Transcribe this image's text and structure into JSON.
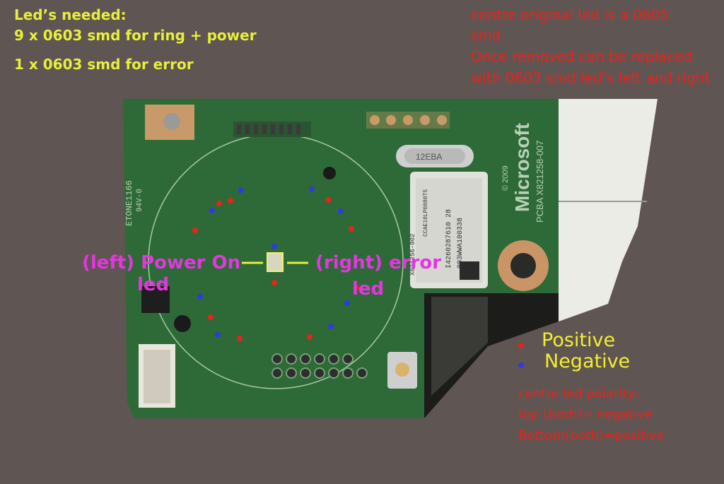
{
  "needed": {
    "title": "Led’s needed:",
    "line1": "9 x 0603 smd for ring + power",
    "line2": "1 x 0603 smd for error"
  },
  "note_top": {
    "line1": "centre original led is a 0605",
    "line2": "smd.",
    "line3": "Once removed can be replaced",
    "line4": "with 0603 smd led’s left and right"
  },
  "labels": {
    "power_on_1": "(left) Power On",
    "power_on_2": "led",
    "error_1": "(right) error",
    "error_2": "led"
  },
  "legend": {
    "positive": "Positive",
    "negative": "Negative",
    "positive_color": "#e8231b",
    "negative_color": "#2f3be0"
  },
  "polarity": {
    "title": "centre led polarity:",
    "top": "top (both)= negative",
    "bottom": "Bottom(both)=positive"
  },
  "board": {
    "brand": "Microsoft",
    "part": "PCBA X821258-007",
    "copyright": "© 2009",
    "crystal": "12EBA",
    "silk_left": "ETONE1166",
    "silk_left2": "94V-0",
    "label_code": "003WWA100338",
    "label_serial": "I4260287610 28",
    "label_side": "X821256-002",
    "label_side2": "CCAE10LP0080T5"
  }
}
